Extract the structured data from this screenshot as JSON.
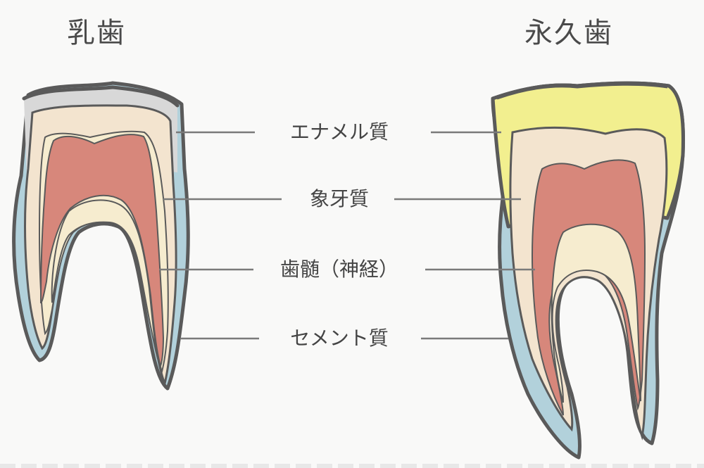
{
  "titles": {
    "primary": "乳歯",
    "permanent": "永久歯"
  },
  "labels": {
    "enamel": "エナメル質",
    "dentin": "象牙質",
    "pulp": "歯髄（神経）",
    "cementum": "セメント質"
  },
  "colors": {
    "background": "#f9f9f8",
    "outline": "#5a5a5a",
    "enamel_primary": "#d8d8d8",
    "enamel_permanent": "#f2ef8f",
    "dentin": "#f3e4cf",
    "dentin_inner": "#f6eccf",
    "pulp": "#d7877b",
    "cementum": "#b2d1db",
    "leader_line": "#7a7a7a"
  }
}
